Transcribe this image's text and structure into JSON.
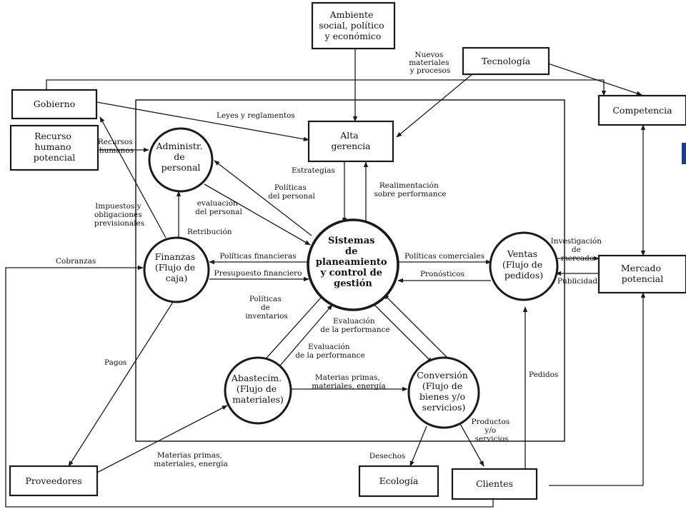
{
  "nodes": {
    "ambiente": [
      "Ambiente",
      "social, político",
      "y económico"
    ],
    "tecnologia": [
      "Tecnología"
    ],
    "gobierno": [
      "Gobierno"
    ],
    "competencia": [
      "Competencia"
    ],
    "recurso": [
      "Recurso",
      "humano",
      "potencial"
    ],
    "alta": [
      "Alta",
      "gerencia"
    ],
    "administr": [
      "Administr.",
      "de",
      "personal"
    ],
    "finanzas": [
      "Finanzas",
      "(Flujo de",
      "caja)"
    ],
    "sistemas": [
      "Sistemas",
      "de",
      "planeamiento",
      "y control de",
      "gestión"
    ],
    "ventas": [
      "Ventas",
      "(Flujo de",
      "pedidos)"
    ],
    "mercado": [
      "Mercado",
      "potencial"
    ],
    "abastecim": [
      "Abastecim.",
      "(Flujo de",
      "materiales)"
    ],
    "conversion": [
      "Conversión",
      "(Flujo de",
      "bienes y/o",
      "servicios)"
    ],
    "proveedores": [
      "Proveedores"
    ],
    "ecologia": [
      "Ecología"
    ],
    "clientes": [
      "Clientes"
    ]
  },
  "labels": {
    "nuevos": [
      "Nuevos",
      "materiales",
      "y procesos"
    ],
    "leyes": [
      "Leyes y reglamentos"
    ],
    "recursos_humanos": [
      "Recursos",
      "humanos"
    ],
    "estrategias": [
      "Estrategias"
    ],
    "politicas_personal": [
      "Políticas",
      "del personal"
    ],
    "realimentacion": [
      "Realimentación",
      "sobre performance"
    ],
    "impuestos": [
      "Impuestos y",
      "obligaciones",
      "previsionales"
    ],
    "evaluacion_personal": [
      "evaluación",
      "del personal"
    ],
    "retribucion": [
      "Retribución"
    ],
    "cobranzas": [
      "Cobranzas"
    ],
    "politicas_financieras": [
      "Políticas financieras"
    ],
    "presupuesto": [
      "Presupuesto financiero"
    ],
    "politicas_comerciales": [
      "Políticas comerciales"
    ],
    "pronosticos": [
      "Pronósticos"
    ],
    "investigacion": [
      "Investigación",
      "de",
      "mercado"
    ],
    "publicidad": [
      "Publicidad"
    ],
    "politicas_inventarios": [
      "Políticas",
      "de",
      "inventarios"
    ],
    "evaluacion_perf_1": [
      "Evaluación",
      "de la performance"
    ],
    "evaluacion_perf_2": [
      "Evaluación",
      "de la performance"
    ],
    "pagos": [
      "Pagos"
    ],
    "materias_1": [
      "Materias primas,",
      "materiales, energía"
    ],
    "pedidos": [
      "Pedidos"
    ],
    "productos": [
      "Productos",
      "y/o",
      "servicios"
    ],
    "desechos": [
      "Desechos"
    ],
    "materias_2": [
      "Materias primas,",
      "materiales, energía"
    ]
  }
}
